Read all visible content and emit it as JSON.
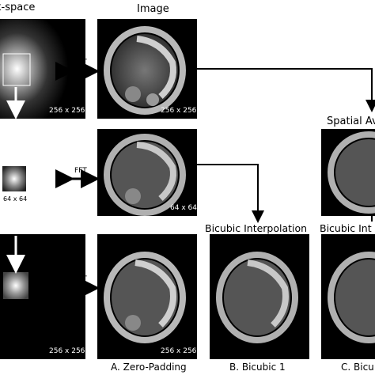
{
  "headers": {
    "kspace": "k-space",
    "image": "Image",
    "spatial": "Spatial Av",
    "bicubic_interp_1": "Bicubic Interpolation",
    "bicubic_interp_2": "Bicubic Int"
  },
  "fft_label": "FFT",
  "sizes": {
    "row1_kspace": "256 x 256",
    "row1_image": "256 x 256",
    "row2_kspace": "64 x 64",
    "row2_image": "64 x 64",
    "row3_kspace": "256 x 256",
    "row3_image": "256 x 256"
  },
  "captions": {
    "a": "A. Zero-Padding",
    "b": "B. Bicubic 1",
    "c": "C. Bicu"
  },
  "icons": [
    "arrow-icon",
    "double-arrow-icon"
  ],
  "colors": {
    "panel_bg": "#000000",
    "arrow": "#000000",
    "arrow_on_dark": "#ffffff"
  }
}
